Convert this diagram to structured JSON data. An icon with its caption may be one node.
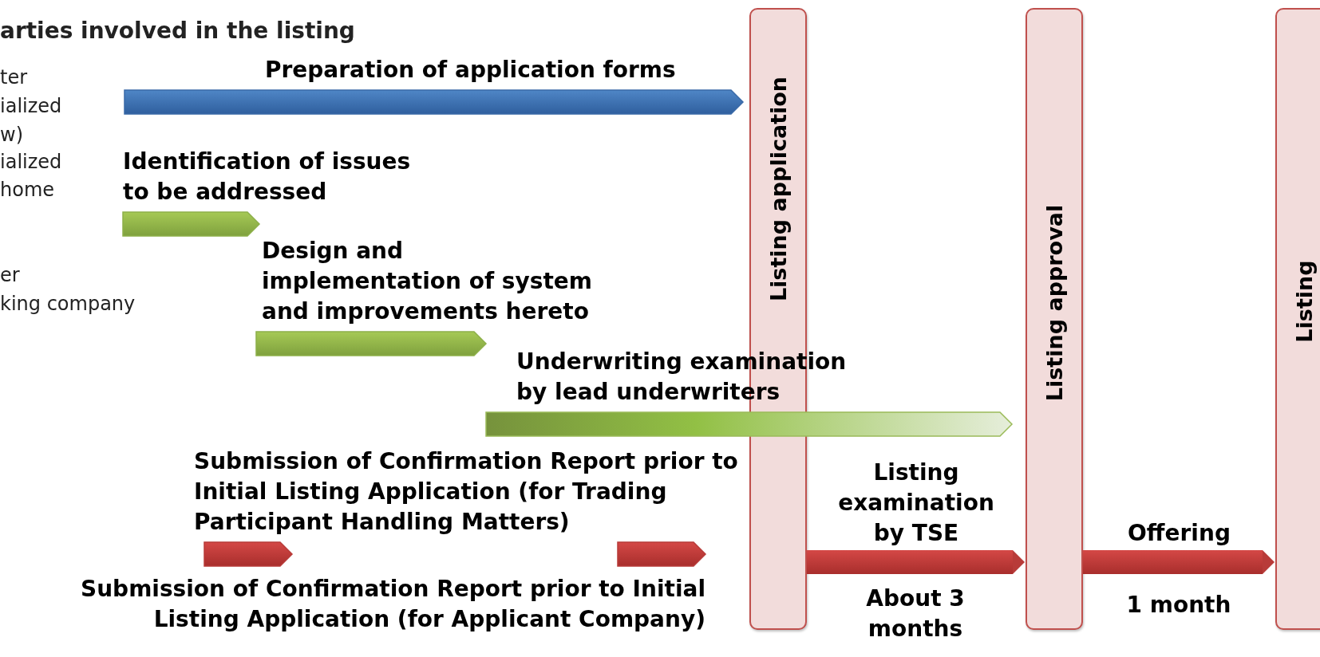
{
  "diagram": {
    "nodes": [
      {
        "text": [
          "Listing application"
        ]
      },
      {
        "text": [
          "Listing approval"
        ]
      },
      {
        "text": [
          "Listing"
        ]
      },
      {
        "text": [
          "Preparation of application forms"
        ]
      },
      {
        "text": [
          "Identification of issues to be addressed"
        ]
      },
      {
        "text": [
          "Design and implementation of system and improvements hereto"
        ]
      },
      {
        "text": [
          "Underwriting examination by lead underwriters"
        ]
      },
      {
        "text": [
          "Submission of Confirmation Report prior to Initial Listing Application (for Trading Participant Handling Matters)"
        ]
      },
      {
        "text": [
          "Submission of Confirmation Report prior to Initial Listing Application (for Applicant Company)"
        ]
      }
    ],
    "edges": [
      {
        "from": 0,
        "to": 1,
        "arrow": "to",
        "label": "Listing examination by TSE"
      },
      {
        "from": 1,
        "to": 2,
        "arrow": "to",
        "label": "Offering"
      }
    ],
    "labels": [
      "arties involved in the listing",
      "ter",
      "ialized",
      "w)",
      "ialized",
      "home",
      "er",
      "king company",
      "About 3 months",
      "1 month"
    ]
  }
}
